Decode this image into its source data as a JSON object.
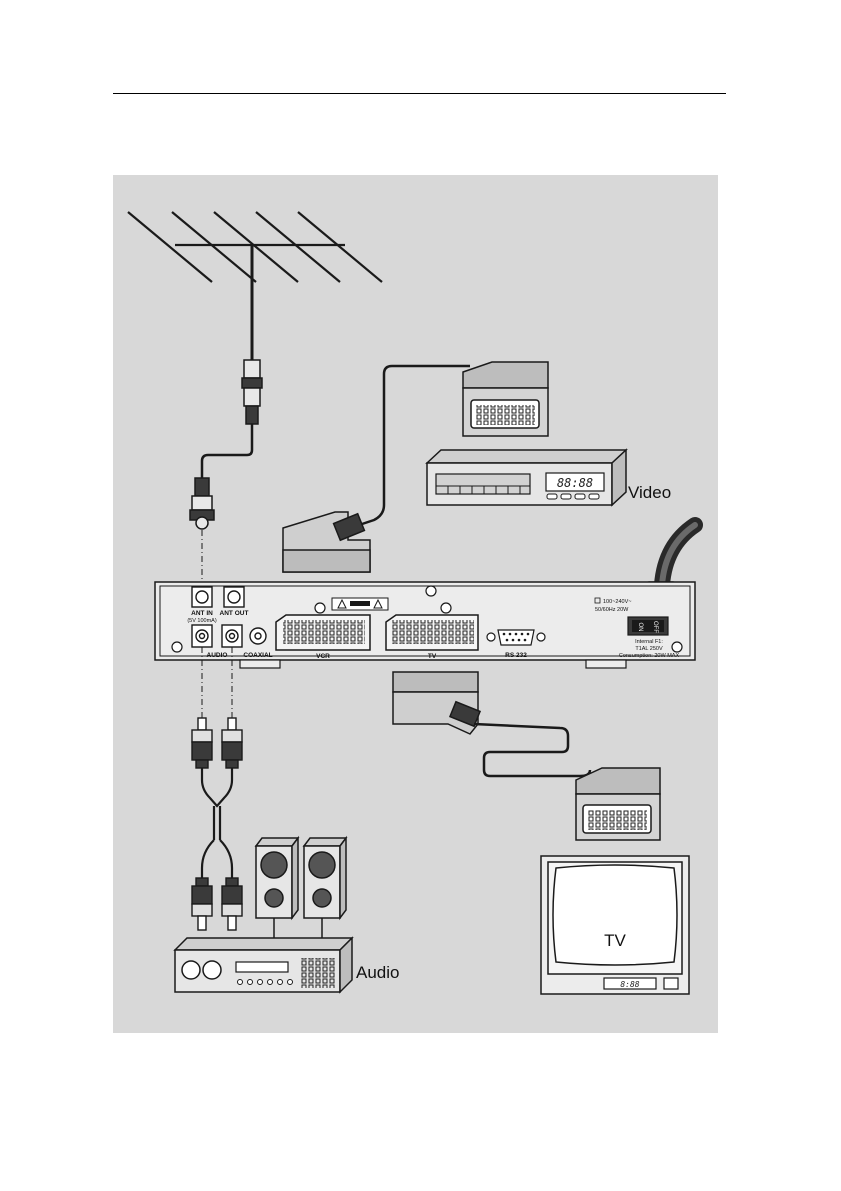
{
  "labels": {
    "video": "Video",
    "audio": "Audio",
    "tv_screen": "TV",
    "vcr_clock": "88:88",
    "tv_clock": "8:88"
  },
  "receiver": {
    "ant_in": "ANT IN",
    "ant_in_sub": "(5V 100mA)",
    "ant_out": "ANT OUT",
    "audio": "AUDIO",
    "coaxial": "COAXIAL",
    "vcr": "VCR",
    "tv": "TV",
    "rs232": "RS 232",
    "power_rating_1": "100~240V~",
    "power_rating_2": "50/60Hz 20W",
    "fuse_1": "Internal F1:",
    "fuse_2": "T1AL 250V",
    "consumption": "Consumption: 20W MAX",
    "switch_on": "ON",
    "switch_off": "OFF"
  },
  "colors": {
    "panel": "#d8d8d8",
    "device": "#ebebeb",
    "dark": "#3a3a3a",
    "line": "#1a1a1a"
  }
}
